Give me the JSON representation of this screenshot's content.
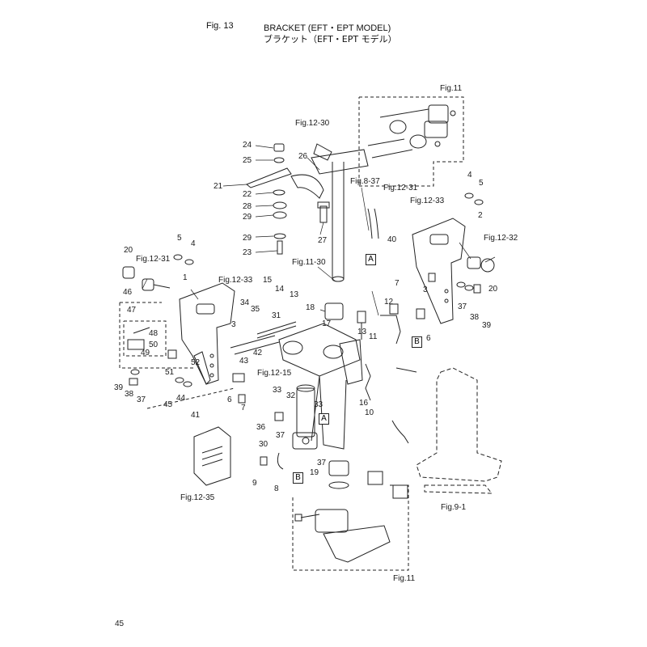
{
  "header": {
    "fig": "Fig. 13",
    "title": "BRACKET (EFT・EPT MODEL)",
    "title_jp": "ブラケット（EFT・EPT モデル）"
  },
  "page_number": "45",
  "refs": {
    "fig11_top": "Fig.11",
    "fig11_bottom": "Fig.11",
    "fig12_30": "Fig.12-30",
    "fig8_37": "Fig.8-37",
    "fig12_31_a": "Fig.12-31",
    "fig12_31_b": "Fig.12-31",
    "fig12_33_a": "Fig.12-33",
    "fig12_33_b": "Fig.12-33",
    "fig12_32": "Fig.12-32",
    "fig11_30": "Fig.11-30",
    "fig12_15": "Fig.12-15",
    "fig12_35": "Fig.12-35",
    "fig9_1": "Fig.9-1"
  },
  "boxes": {
    "a1": "A",
    "b1": "B",
    "a2": "A",
    "b2": "B"
  },
  "parts": {
    "p1": "1",
    "p2": "2",
    "p3a": "3",
    "p3b": "3",
    "p4a": "4",
    "p4b": "4",
    "p5a": "5",
    "p5b": "5",
    "p6a": "6",
    "p6b": "6",
    "p7a": "7",
    "p7b": "7",
    "p8": "8",
    "p9": "9",
    "p10": "10",
    "p11": "11",
    "p12": "12",
    "p13a": "13",
    "p13b": "13",
    "p14": "14",
    "p15": "15",
    "p16": "16",
    "p17": "17",
    "p18": "18",
    "p19": "19",
    "p20a": "20",
    "p20b": "20",
    "p21": "21",
    "p22": "22",
    "p23": "23",
    "p24": "24",
    "p25": "25",
    "p26": "26",
    "p27": "27",
    "p28": "28",
    "p29a": "29",
    "p29b": "29",
    "p30": "30",
    "p31": "31",
    "p32": "32",
    "p33a": "33",
    "p33b": "33",
    "p34": "34",
    "p35": "35",
    "p36": "36",
    "p37a": "37",
    "p37b": "37",
    "p37c": "37",
    "p37d": "37",
    "p38a": "38",
    "p38b": "38",
    "p39a": "39",
    "p39b": "39",
    "p40": "40",
    "p41": "41",
    "p42": "42",
    "p43": "43",
    "p44": "44",
    "p45": "45",
    "p46": "46",
    "p47": "47",
    "p48": "48",
    "p49": "49",
    "p50": "50",
    "p51": "51",
    "p52": "52"
  }
}
